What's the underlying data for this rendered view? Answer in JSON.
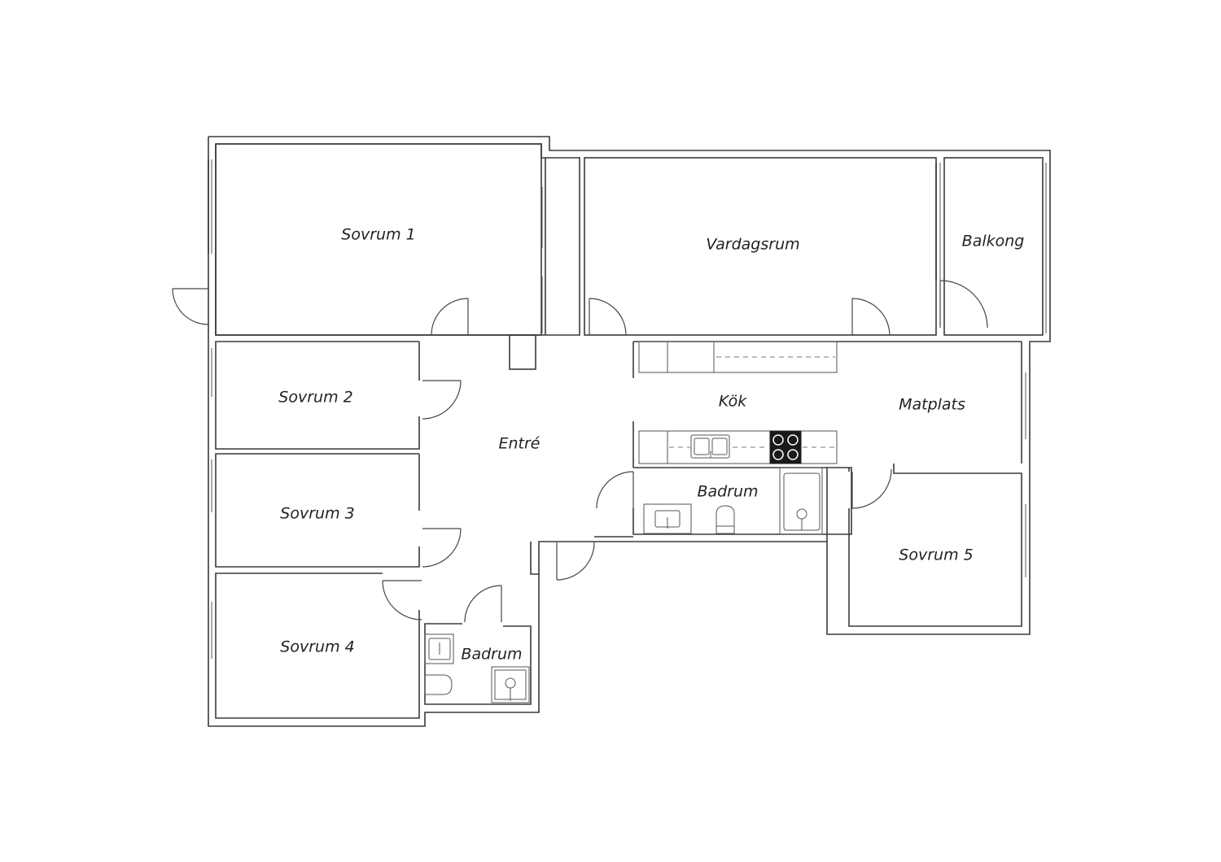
{
  "rooms": {
    "sovrum1": "Sovrum 1",
    "vardagsrum": "Vardagsrum",
    "balkong": "Balkong",
    "sovrum2": "Sovrum 2",
    "kok": "Kök",
    "matplats": "Matplats",
    "entre": "Entré",
    "badrum_main": "Badrum",
    "sovrum3": "Sovrum 3",
    "sovrum5": "Sovrum 5",
    "sovrum4": "Sovrum 4",
    "badrum_small": "Badrum"
  },
  "colors": {
    "line": "#3a3a3a",
    "background": "#ffffff",
    "stove": "#1a1a1a"
  }
}
